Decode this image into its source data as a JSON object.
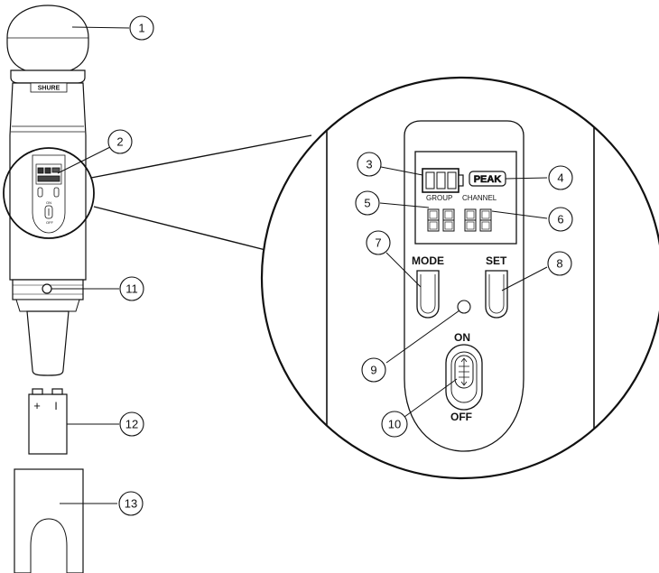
{
  "callouts": [
    "1",
    "2",
    "3",
    "4",
    "5",
    "6",
    "7",
    "8",
    "9",
    "10",
    "11",
    "12",
    "13"
  ],
  "labels": {
    "peak": "PEAK",
    "group": "GROUP",
    "channel": "CHANNEL",
    "mode": "MODE",
    "set": "SET",
    "on": "ON",
    "off": "OFF",
    "brand": "SHURE",
    "battery_plus": "+",
    "battery_minus": "I"
  },
  "colors": {
    "line": "#111111",
    "background": "#ffffff",
    "grip": "#f4f4f4"
  }
}
